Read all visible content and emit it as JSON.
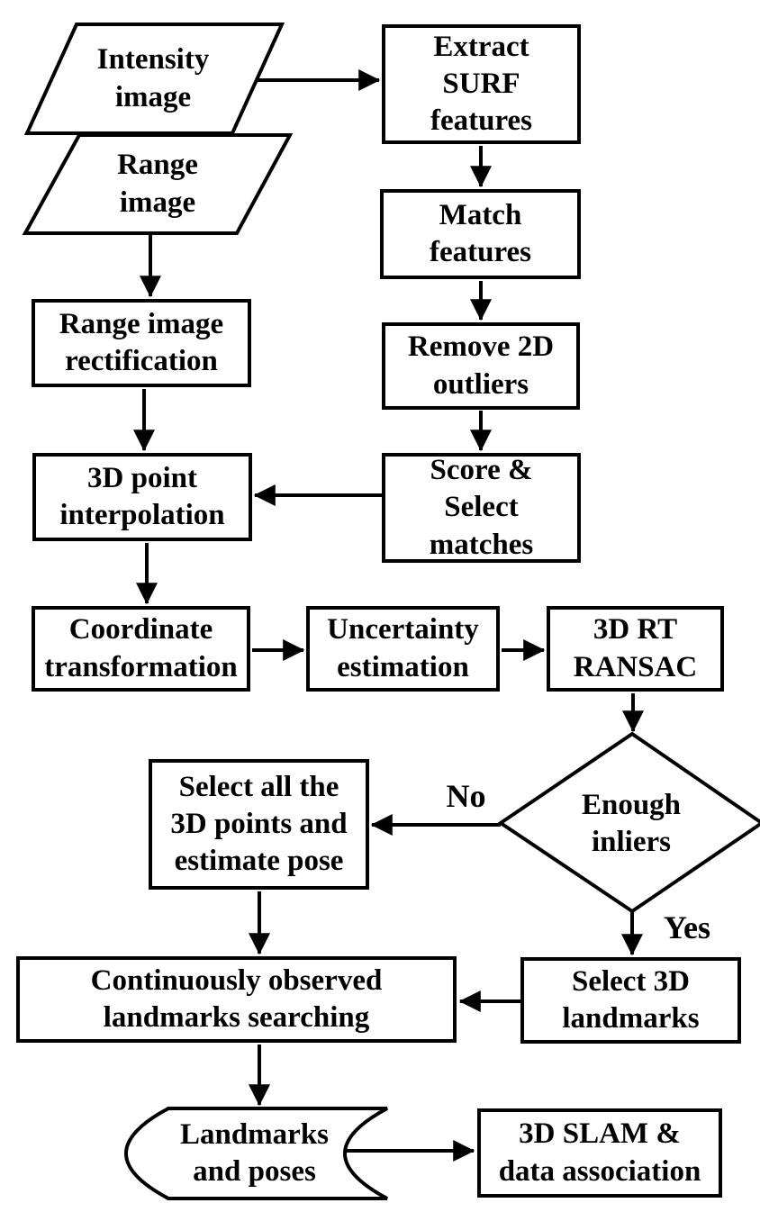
{
  "diagram": {
    "type": "flowchart",
    "colors": {
      "stroke": "#000000",
      "fill": "#ffffff",
      "text": "#000000"
    },
    "nodes": {
      "intensity_image": {
        "shape": "parallelogram",
        "label": "Intensity\nimage"
      },
      "range_image": {
        "shape": "parallelogram",
        "label": "Range\nimage"
      },
      "extract_surf": {
        "shape": "rect",
        "label": "Extract\nSURF\nfeatures"
      },
      "match_features": {
        "shape": "rect",
        "label": "Match\nfeatures"
      },
      "remove_outliers": {
        "shape": "rect",
        "label": "Remove 2D\noutliers"
      },
      "score_select": {
        "shape": "rect",
        "label": "Score &\nSelect\nmatches"
      },
      "range_rectification": {
        "shape": "rect",
        "label": "Range image\nrectification"
      },
      "point_interpolation": {
        "shape": "rect",
        "label": "3D point\ninterpolation"
      },
      "coordinate_transformation": {
        "shape": "rect",
        "label": "Coordinate\ntransformation"
      },
      "uncertainty_estimation": {
        "shape": "rect",
        "label": "Uncertainty\nestimation"
      },
      "rt_ransac": {
        "shape": "rect",
        "label": "3D RT\nRANSAC"
      },
      "enough_inliers": {
        "shape": "diamond",
        "label": "Enough\ninliers"
      },
      "select_all_points": {
        "shape": "rect",
        "label": "Select all the\n3D points and\nestimate pose"
      },
      "continuously_observed": {
        "shape": "rect",
        "label": "Continuously observed\nlandmarks searching"
      },
      "select_3d_landmarks": {
        "shape": "rect",
        "label": "Select 3D\nlandmarks"
      },
      "landmarks_poses": {
        "shape": "stored-data",
        "label": "Landmarks\nand poses"
      },
      "slam_data_association": {
        "shape": "rect",
        "label": "3D SLAM &\ndata association"
      }
    },
    "edge_labels": {
      "no": "No",
      "yes": "Yes"
    },
    "edges": [
      {
        "from": "intensity_image",
        "to": "extract_surf"
      },
      {
        "from": "range_image",
        "to": "range_rectification"
      },
      {
        "from": "extract_surf",
        "to": "match_features"
      },
      {
        "from": "match_features",
        "to": "remove_outliers"
      },
      {
        "from": "remove_outliers",
        "to": "score_select"
      },
      {
        "from": "score_select",
        "to": "point_interpolation"
      },
      {
        "from": "range_rectification",
        "to": "point_interpolation"
      },
      {
        "from": "point_interpolation",
        "to": "coordinate_transformation"
      },
      {
        "from": "coordinate_transformation",
        "to": "uncertainty_estimation"
      },
      {
        "from": "uncertainty_estimation",
        "to": "rt_ransac"
      },
      {
        "from": "rt_ransac",
        "to": "enough_inliers"
      },
      {
        "from": "enough_inliers",
        "to": "select_all_points",
        "label": "No"
      },
      {
        "from": "enough_inliers",
        "to": "select_3d_landmarks",
        "label": "Yes"
      },
      {
        "from": "select_all_points",
        "to": "continuously_observed"
      },
      {
        "from": "select_3d_landmarks",
        "to": "continuously_observed"
      },
      {
        "from": "continuously_observed",
        "to": "landmarks_poses"
      },
      {
        "from": "landmarks_poses",
        "to": "slam_data_association"
      }
    ]
  }
}
